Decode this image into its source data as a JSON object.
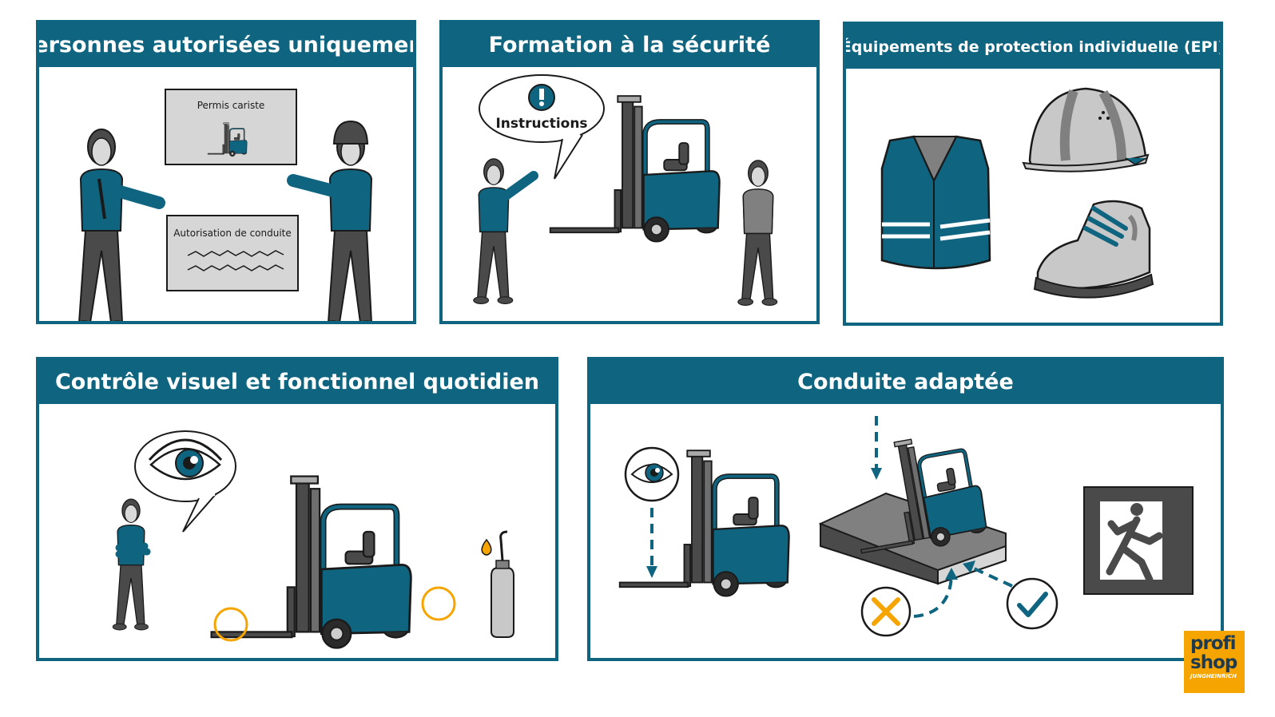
{
  "panels": {
    "authorized": {
      "title": "Personnes autorisées uniquement",
      "doc_license": "Permis cariste",
      "doc_authorization": "Autorisation de conduite"
    },
    "training": {
      "title": "Formation à la sécurité",
      "bubble_label": "Instructions"
    },
    "ppe": {
      "title": "Équipements de protection individuelle (EPI)"
    },
    "inspection": {
      "title": "Contrôle visuel et fonctionnel quotidien"
    },
    "driving": {
      "title": "Conduite adaptée"
    }
  },
  "logo": {
    "line1": "profi",
    "line2": "shop",
    "sub": "JUNGHEINRICH"
  },
  "colors": {
    "teal": "#0f6480",
    "orange": "#f5a400",
    "dark_gray": "#4a4a4a",
    "light_gray": "#d6d6d6"
  },
  "icons": [
    "person-icon",
    "worker-helmet-icon",
    "document-icon",
    "forklift-icon",
    "speech-bubble-icon",
    "exclamation-icon",
    "safety-vest-icon",
    "hard-hat-icon",
    "safety-shoe-icon",
    "eye-icon",
    "oil-can-icon",
    "ramp-icon",
    "cross-icon",
    "check-icon",
    "emergency-exit-icon"
  ]
}
